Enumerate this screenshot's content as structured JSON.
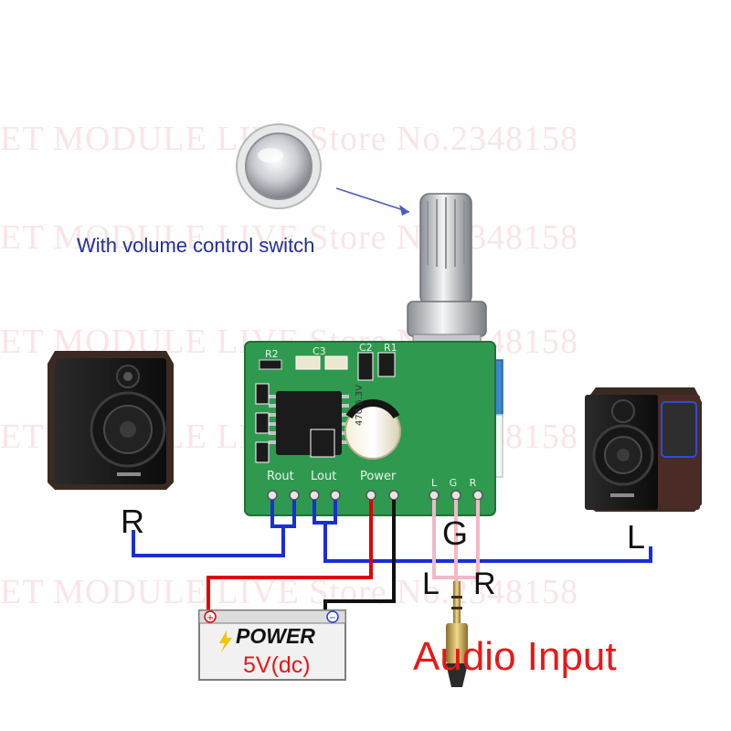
{
  "watermark": "ET MODULE LIVE Store No.2348158",
  "callout": "With volume control switch",
  "board": {
    "silk_r2": "R2",
    "silk_c3": "C3",
    "silk_c2": "C2",
    "silk_r1": "R1",
    "silk_rout": "Rout",
    "silk_lout": "Lout",
    "silk_power": "Power",
    "silk_lgr": "L G R",
    "cap_rating": "470 6.3V"
  },
  "labels": {
    "speaker_right": "R",
    "speaker_left": "L",
    "ground": "G",
    "jack_left": "L",
    "jack_right": "R"
  },
  "power": {
    "label": "POWER",
    "voltage": "5V(dc)",
    "plus": "+",
    "minus": "−"
  },
  "audio_input": "Audio Input",
  "colors": {
    "board_green": "#2f9a4f",
    "wire_blue": "#1a2fd6",
    "wire_red": "#e00000",
    "wire_black": "#111111",
    "wire_pink": "#f2b8c6",
    "text_red": "#e81818",
    "callout_blue": "#1f2f9c"
  }
}
